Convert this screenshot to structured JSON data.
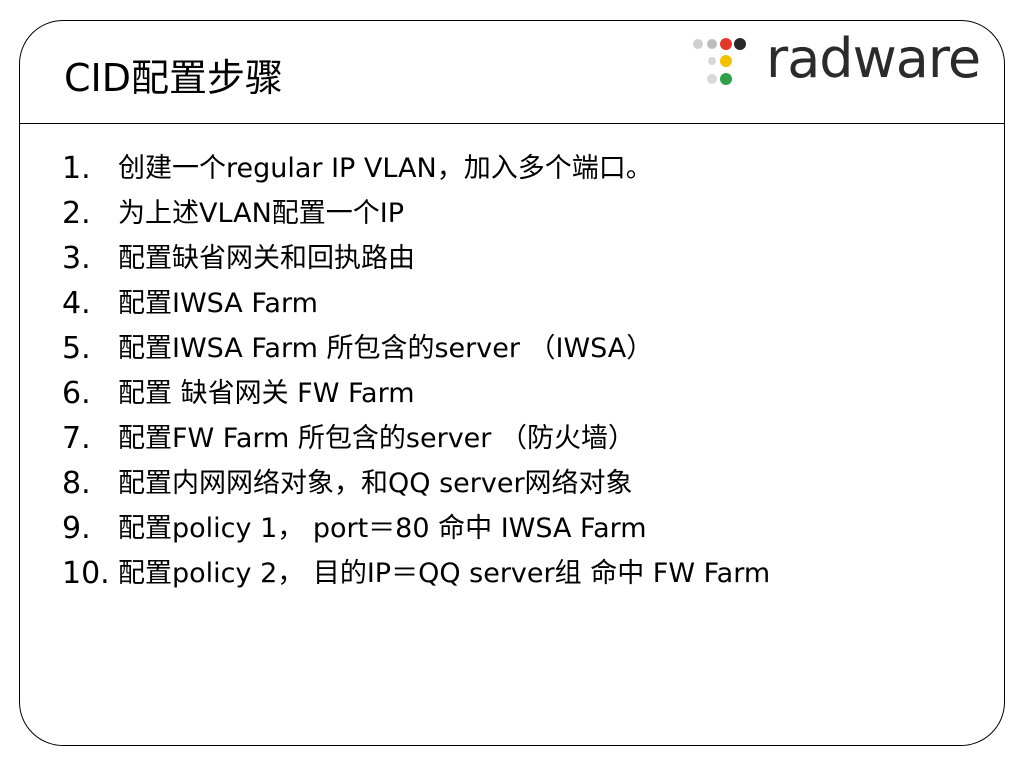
{
  "slide": {
    "title": "CID配置步骤"
  },
  "logo": {
    "text": "radware",
    "dot_colors": [
      "#cfcfcf",
      "#bdbdbd",
      "#e03a2f",
      "#2a2a2a",
      "#f2c200",
      "#2f9f4a",
      "#d9d9d9",
      "#d9d9d9"
    ]
  },
  "steps": [
    {
      "num": "1.",
      "text": "创建一个regular IP VLAN，加入多个端口。"
    },
    {
      "num": "2.",
      "text": "为上述VLAN配置一个IP"
    },
    {
      "num": "3.",
      "text": "配置缺省网关和回执路由"
    },
    {
      "num": "4.",
      "text": "配置IWSA Farm"
    },
    {
      "num": "5.",
      "text": "配置IWSA Farm 所包含的server （IWSA）"
    },
    {
      "num": "6.",
      "text": "配置 缺省网关 FW Farm"
    },
    {
      "num": "7.",
      "text": "配置FW Farm 所包含的server （防火墙）"
    },
    {
      "num": "8.",
      "text": "配置内网网络对象，和QQ server网络对象"
    },
    {
      "num": "9.",
      "text": "配置policy 1， port＝80 命中 IWSA Farm"
    },
    {
      "num": "10.",
      "text": "配置policy 2， 目的IP＝QQ server组 命中 FW Farm"
    }
  ]
}
